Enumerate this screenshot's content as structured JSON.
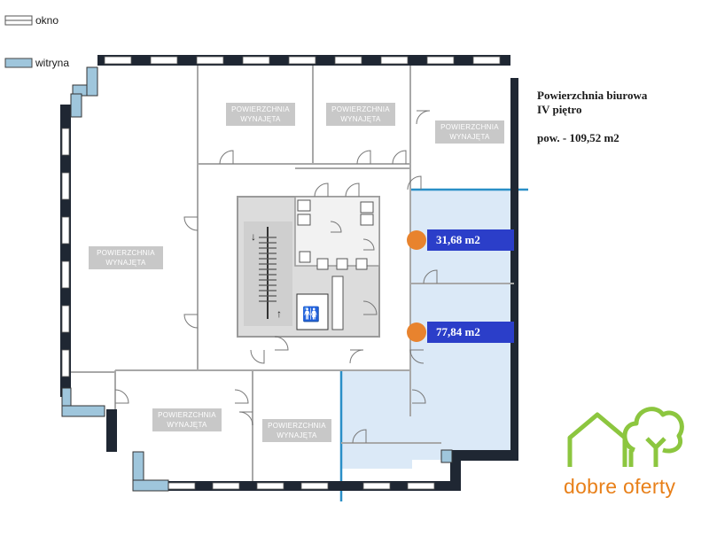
{
  "legend": {
    "window_label": "okno",
    "storefront_label": "witryna"
  },
  "info": {
    "title": "Powierzchnia biurowa",
    "floor": "IV piętro",
    "area": "pow.  - 109,52 m2"
  },
  "units": [
    {
      "area": "31,68 m2"
    },
    {
      "area": "77,84 m2"
    }
  ],
  "rooms": {
    "label": "POWIERZCHNIA WYNAJĘTA"
  },
  "brand": {
    "name": "dobre oferty"
  },
  "colors": {
    "wall": "#1f2733",
    "available": "#dbe9f7",
    "available_border": "#2a8fc7",
    "marker": "#e8832e",
    "tag": "#2b3ec9",
    "logo_green": "#8cc63f",
    "logo_orange": "#e8801a"
  }
}
